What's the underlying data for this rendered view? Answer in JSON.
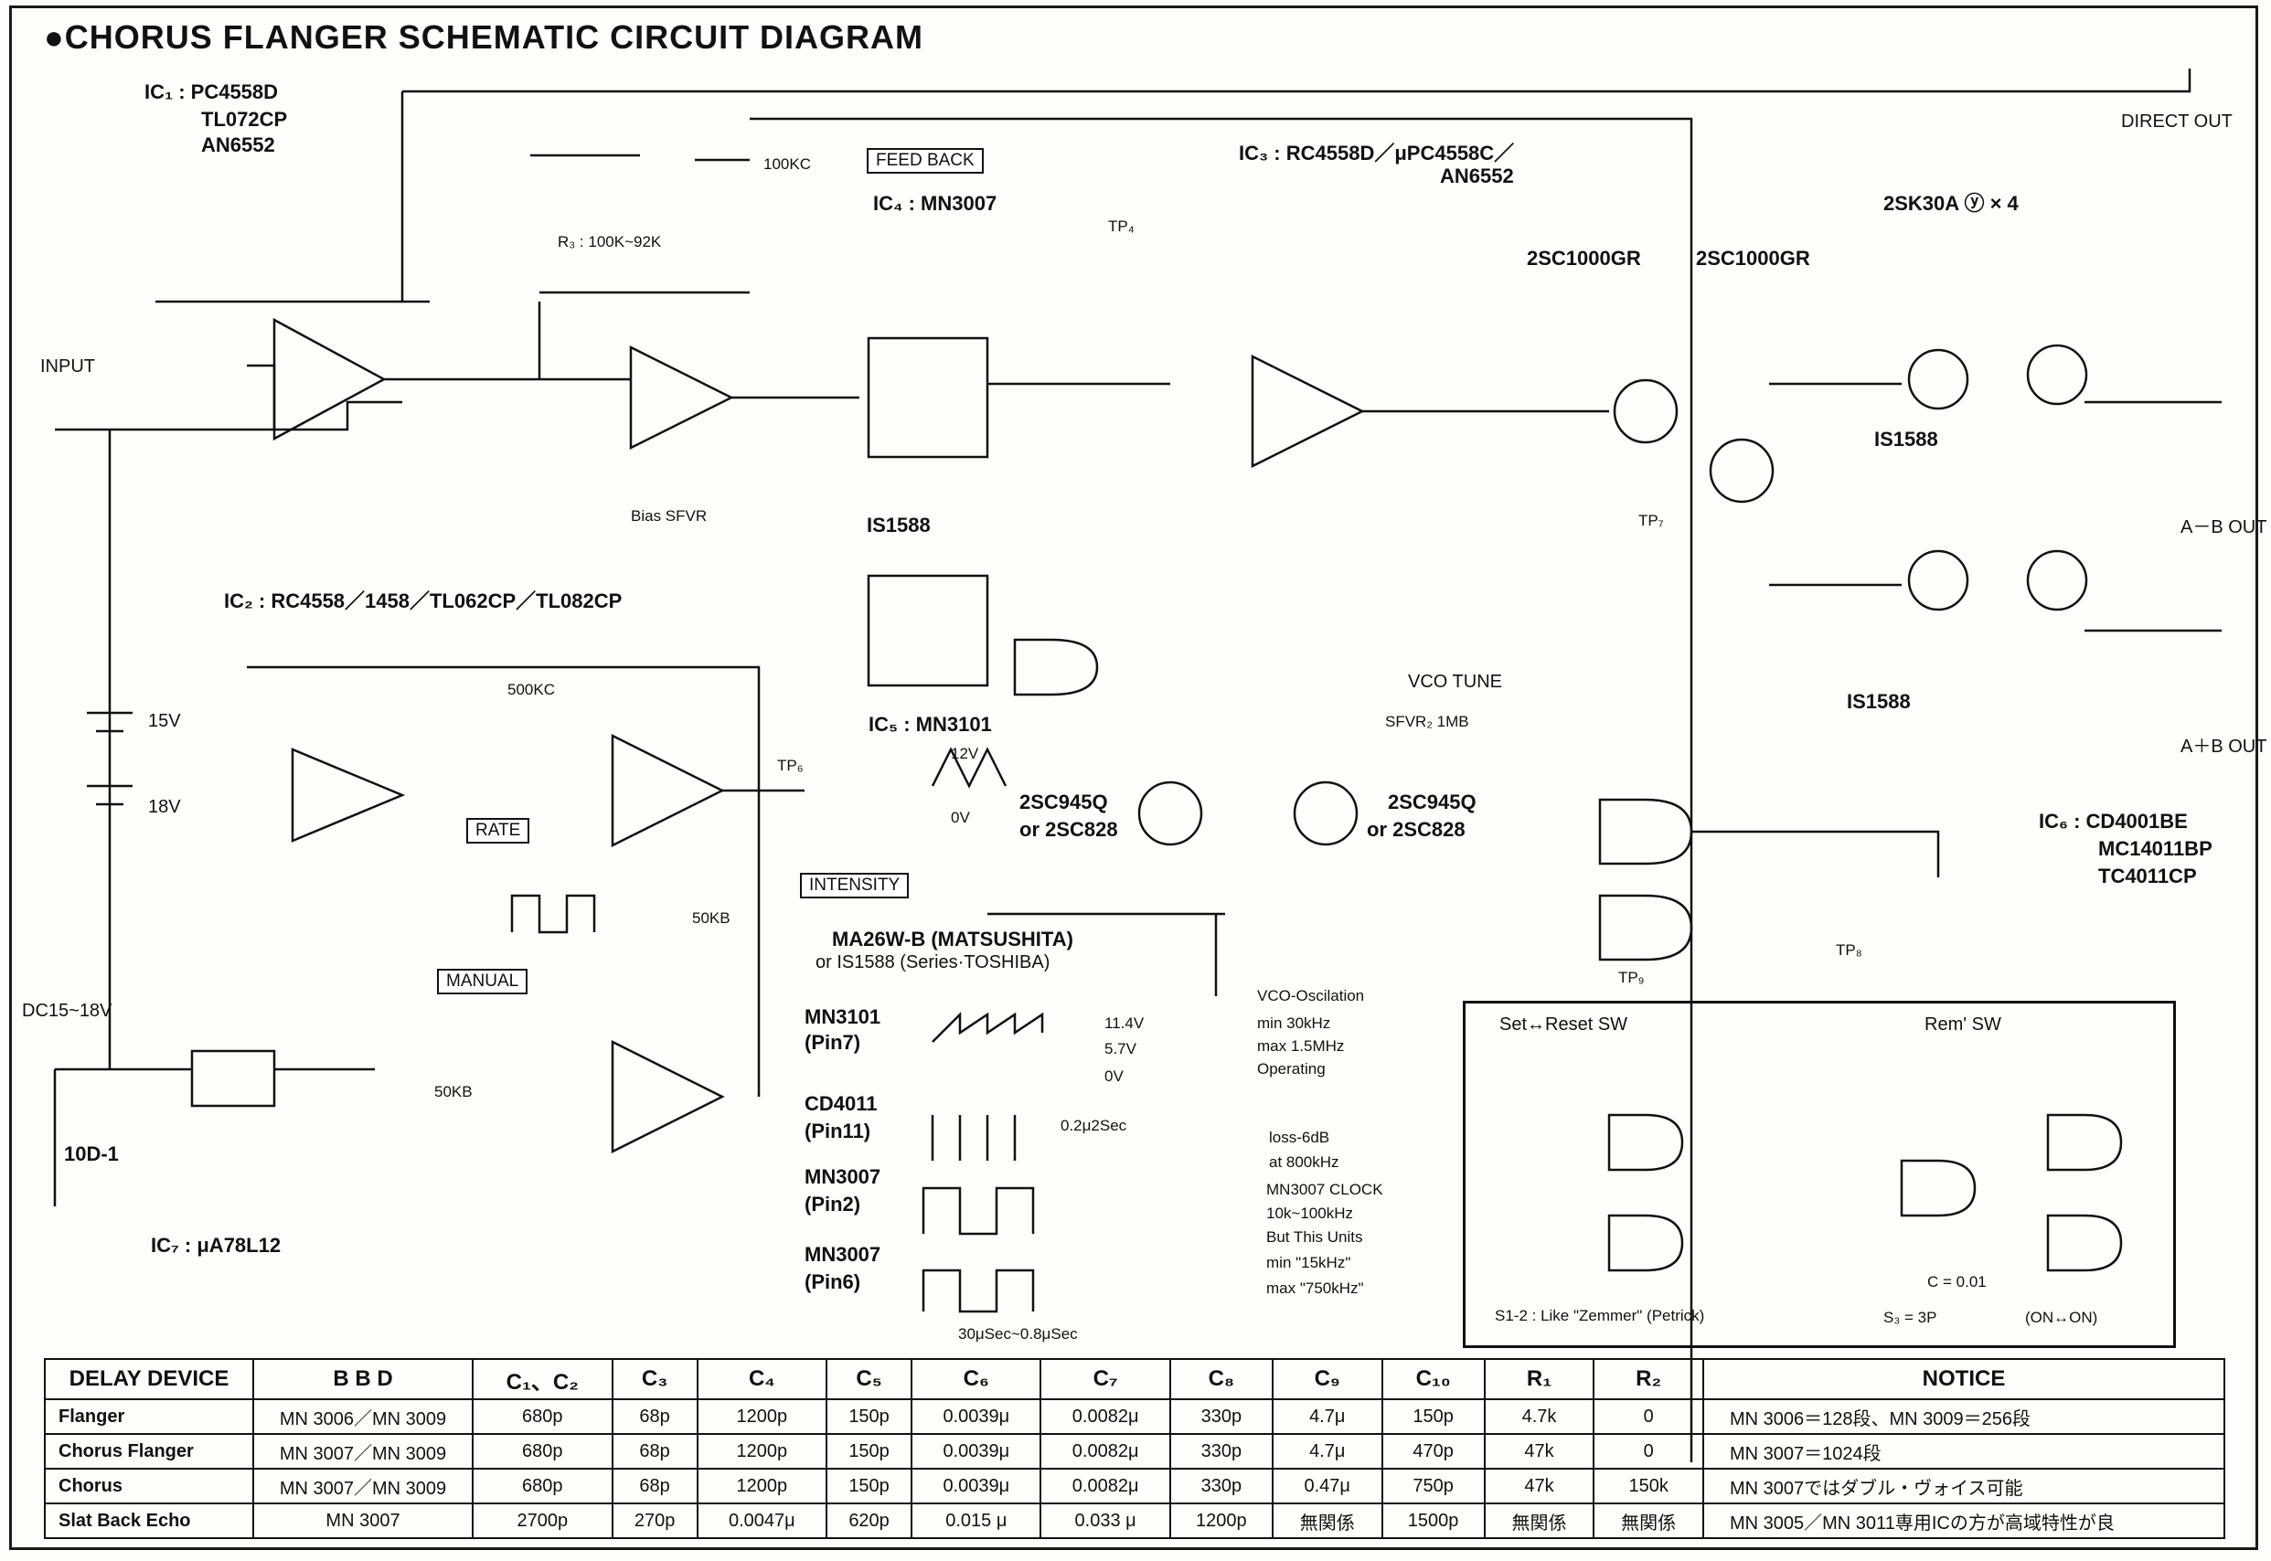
{
  "title": "●CHORUS FLANGER SCHEMATIC CIRCUIT DIAGRAM",
  "labels": {
    "ic1": "IC₁ :  PC4558D",
    "ic1_alt1": "TL072CP",
    "ic1_alt2": "AN6552",
    "ic2": "IC₂ :  RC4558／1458／TL062CP／TL082CP",
    "ic3": "IC₃ :  RC4558D／μPC4558C／",
    "ic3_alt": "AN6552",
    "ic4": "IC₄ :  MN3007",
    "ic5": "IC₅ : MN3101",
    "ic6": "IC₆ :  CD4001BE",
    "ic6_alt1": "MC14011BP",
    "ic6_alt2": "TC4011CP",
    "ic7": "IC₇ : μA78L12",
    "input": "INPUT",
    "direct_out": "DIRECT OUT",
    "a_minus_b": "A－B OUT",
    "a_plus_b": "A＋B OUT",
    "feedback": "FEED BACK",
    "rate": "RATE",
    "manual": "MANUAL",
    "intensity": "INTENSITY",
    "vco_tune": "VCO TUNE",
    "transistor_q1": "2SC1000GR",
    "transistor_q2": "2SC1000GR",
    "fet": "2SK30A ⓨ × 4",
    "q945a": "2SC945Q",
    "q945a_alt": "or 2SC828",
    "q945b": "2SC945Q",
    "q945b_alt": "or 2SC828",
    "diode_a": "MA26W-B (MATSUSHITA)",
    "diode_b": "or IS1588 (Series·TOSHIBA)",
    "is1588_a": "IS1588",
    "is1588_b": "IS1588",
    "is1588_c": "IS1588",
    "dc": "DC15~18V",
    "v15": "15V",
    "v18": "18V",
    "diode_10d1": "10D-1",
    "vco_osc": "VCO-Oscilation",
    "vco_min": "min 30kHz",
    "vco_max": "max 1.5MHz",
    "vco_op": "Operating",
    "loss": "loss-6dB",
    "at800": "at 800kHz",
    "mn3007_clock": "MN3007 CLOCK",
    "clock_range": "10k~100kHz",
    "but_units": "But This Units",
    "clock_min": "min \"15kHz\"",
    "clock_max": "max \"750kHz\"",
    "set_reset": "Set↔Reset SW",
    "rem_sw": "Rem' SW",
    "s12_note": "S1-2 : Like \"Zemmer\" (Petrick)",
    "s3_note": "S₃ = 3P",
    "on_on": "(ON↔ON)",
    "c_001": "C = 0.01",
    "wave_mn3101": "MN3101",
    "wave_mn3101_pin": "(Pin7)",
    "wave_cd4011": "CD4011",
    "wave_cd4011_pin": "(Pin11)",
    "wave_mn3007a": "MN3007",
    "wave_mn3007a_pin": "(Pin2)",
    "wave_mn3007b": "MN3007",
    "wave_mn3007b_pin": "(Pin6)",
    "v114": "11.4V",
    "v57": "5.7V",
    "v0": "0V",
    "pulse_width": "0.2μ2Sec",
    "period": "30μSec~0.8μSec",
    "v12": "12V",
    "tri_0v": "0V",
    "fb_r3": "R₃ : 100K~92K",
    "r100kc": "100KC",
    "r500kc": "500KC",
    "r50kb_a": "50KB",
    "r50kb_b": "50KB",
    "sfvr": "Bias SFVR",
    "sfvr2": "SFVR₂ 1MB",
    "tp4": "TP₄",
    "tp6": "TP₆",
    "tp7": "TP₇",
    "tp8": "TP₈",
    "tp9": "TP₉"
  },
  "table": {
    "headers": [
      "DELAY DEVICE",
      "B B D",
      "C₁、C₂",
      "C₃",
      "C₄",
      "C₅",
      "C₆",
      "C₇",
      "C₈",
      "C₉",
      "C₁₀",
      "R₁",
      "R₂",
      "NOTICE"
    ],
    "rows": [
      [
        "Flanger",
        "MN 3006／MN 3009",
        "680p",
        "68p",
        "1200p",
        "150p",
        "0.0039μ",
        "0.0082μ",
        "330p",
        "4.7μ",
        "150p",
        "4.7k",
        "0",
        "MN 3006＝128段、MN 3009＝256段"
      ],
      [
        "Chorus Flanger",
        "MN 3007／MN 3009",
        "680p",
        "68p",
        "1200p",
        "150p",
        "0.0039μ",
        "0.0082μ",
        "330p",
        "4.7μ",
        "470p",
        "47k",
        "0",
        "MN 3007＝1024段"
      ],
      [
        "Chorus",
        "MN 3007／MN 3009",
        "680p",
        "68p",
        "1200p",
        "150p",
        "0.0039μ",
        "0.0082μ",
        "330p",
        "0.47μ",
        "750p",
        "47k",
        "150k",
        "MN 3007ではダブル・ヴォイス可能"
      ],
      [
        "Slat Back Echo",
        "MN 3007",
        "2700p",
        "270p",
        "0.0047μ",
        "620p",
        "0.015 μ",
        "0.033 μ",
        "1200p",
        "無関係",
        "1500p",
        "無関係",
        "無関係",
        "MN 3005／MN 3011専用ICの方が高域特性が良"
      ]
    ]
  }
}
